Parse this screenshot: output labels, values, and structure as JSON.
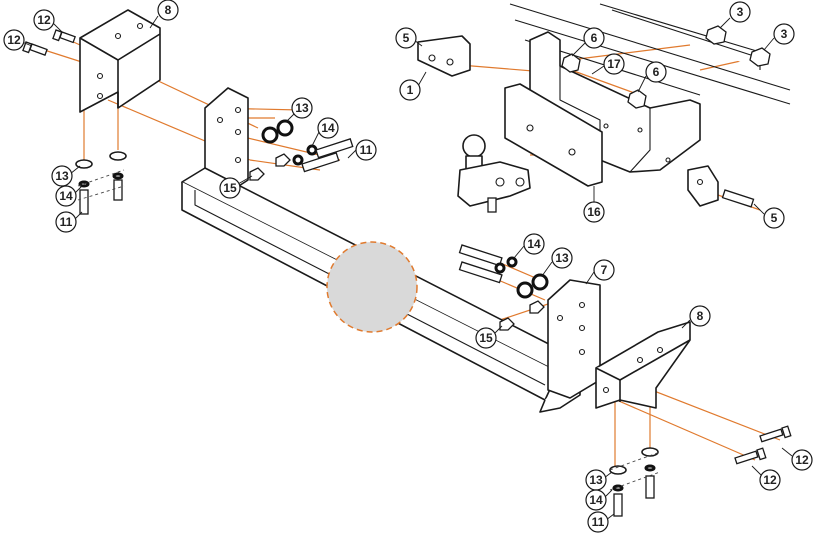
{
  "callouts": [
    {
      "label": "8"
    },
    {
      "label": "12"
    },
    {
      "label": "12"
    },
    {
      "label": "13"
    },
    {
      "label": "14"
    },
    {
      "label": "11"
    },
    {
      "label": "13"
    },
    {
      "label": "14"
    },
    {
      "label": "11"
    },
    {
      "label": "15"
    },
    {
      "label": "5"
    },
    {
      "label": "1"
    },
    {
      "label": "6"
    },
    {
      "label": "17"
    },
    {
      "label": "6"
    },
    {
      "label": "3"
    },
    {
      "label": "3"
    },
    {
      "label": "16"
    },
    {
      "label": "5"
    },
    {
      "label": "14"
    },
    {
      "label": "13"
    },
    {
      "label": "7"
    },
    {
      "label": "15"
    },
    {
      "label": "8"
    },
    {
      "label": "12"
    },
    {
      "label": "12"
    },
    {
      "label": "13"
    },
    {
      "label": "14"
    },
    {
      "label": "11"
    }
  ],
  "colors": {
    "leader_orange": "#e07a2e",
    "line_black": "#1a1a1a",
    "placeholder_fill": "#d9d9d9",
    "placeholder_stroke": "#e07a2e"
  }
}
